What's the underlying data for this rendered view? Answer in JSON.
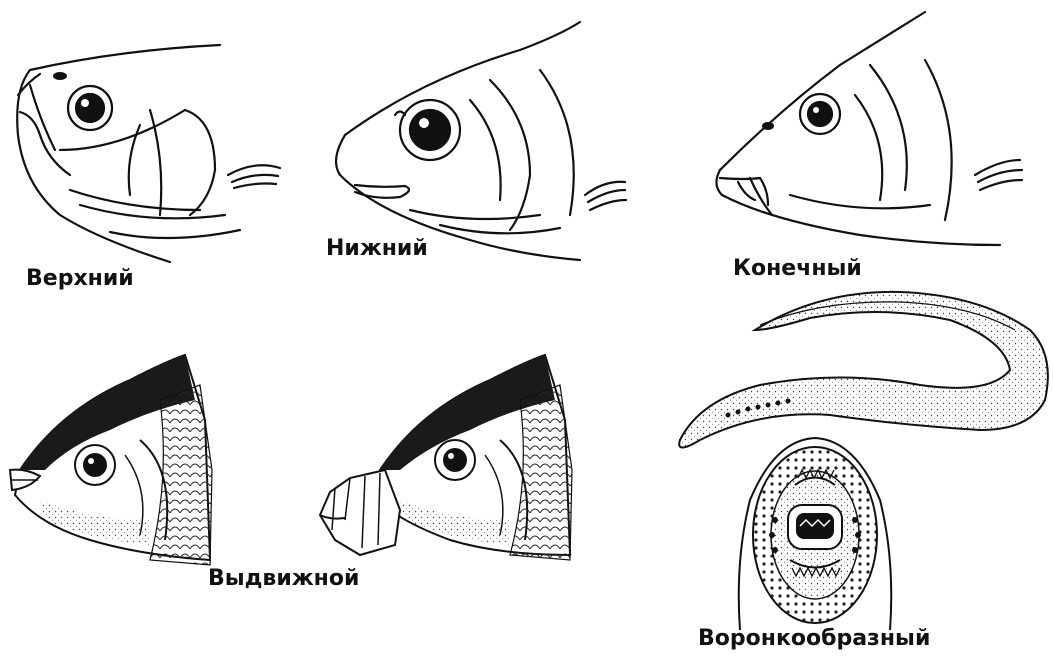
{
  "labels": {
    "upper": "Верхний",
    "lower": "Нижний",
    "terminal": "Конечный",
    "protrusible": "Выдвижной",
    "funnel": "Воронкообразный"
  },
  "colors": {
    "ink": "#111111",
    "background": "#ffffff"
  }
}
